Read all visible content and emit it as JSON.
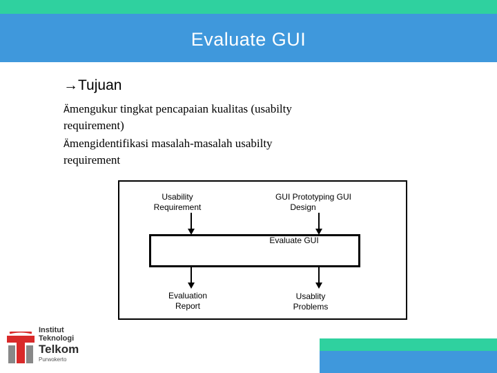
{
  "header": {
    "title": "Evaluate GUI"
  },
  "content": {
    "main_bullet": {
      "arrow": "→",
      "text": "Tujuan"
    },
    "sub_bullets": [
      {
        "glyph": "Ä",
        "text_line1": "mengukur tingkat pencapaian kualitas (usabilty",
        "text_line2": "requirement)"
      },
      {
        "glyph": "Ä",
        "text_line1": "mengidentifikasi masalah-masalah usabilty",
        "text_line2": "requirement"
      }
    ]
  },
  "diagram": {
    "input_left": {
      "line1": "Usability",
      "line2": "Requirement"
    },
    "input_right": {
      "line1": "GUI  Prototyping GUI",
      "line2": "Design"
    },
    "center": "Evaluate GUI",
    "output_left": {
      "line1": "Evaluation",
      "line2": "Report"
    },
    "output_right": {
      "line1": "Usablity",
      "line2": "Problems"
    }
  },
  "logo": {
    "line1": "Institut",
    "line2": "Teknologi",
    "line3": "Telkom",
    "line4": "Purwokerto"
  },
  "colors": {
    "accent_green": "#2fd19f",
    "accent_blue": "#3f98dc",
    "logo_red": "#d92a2a"
  }
}
